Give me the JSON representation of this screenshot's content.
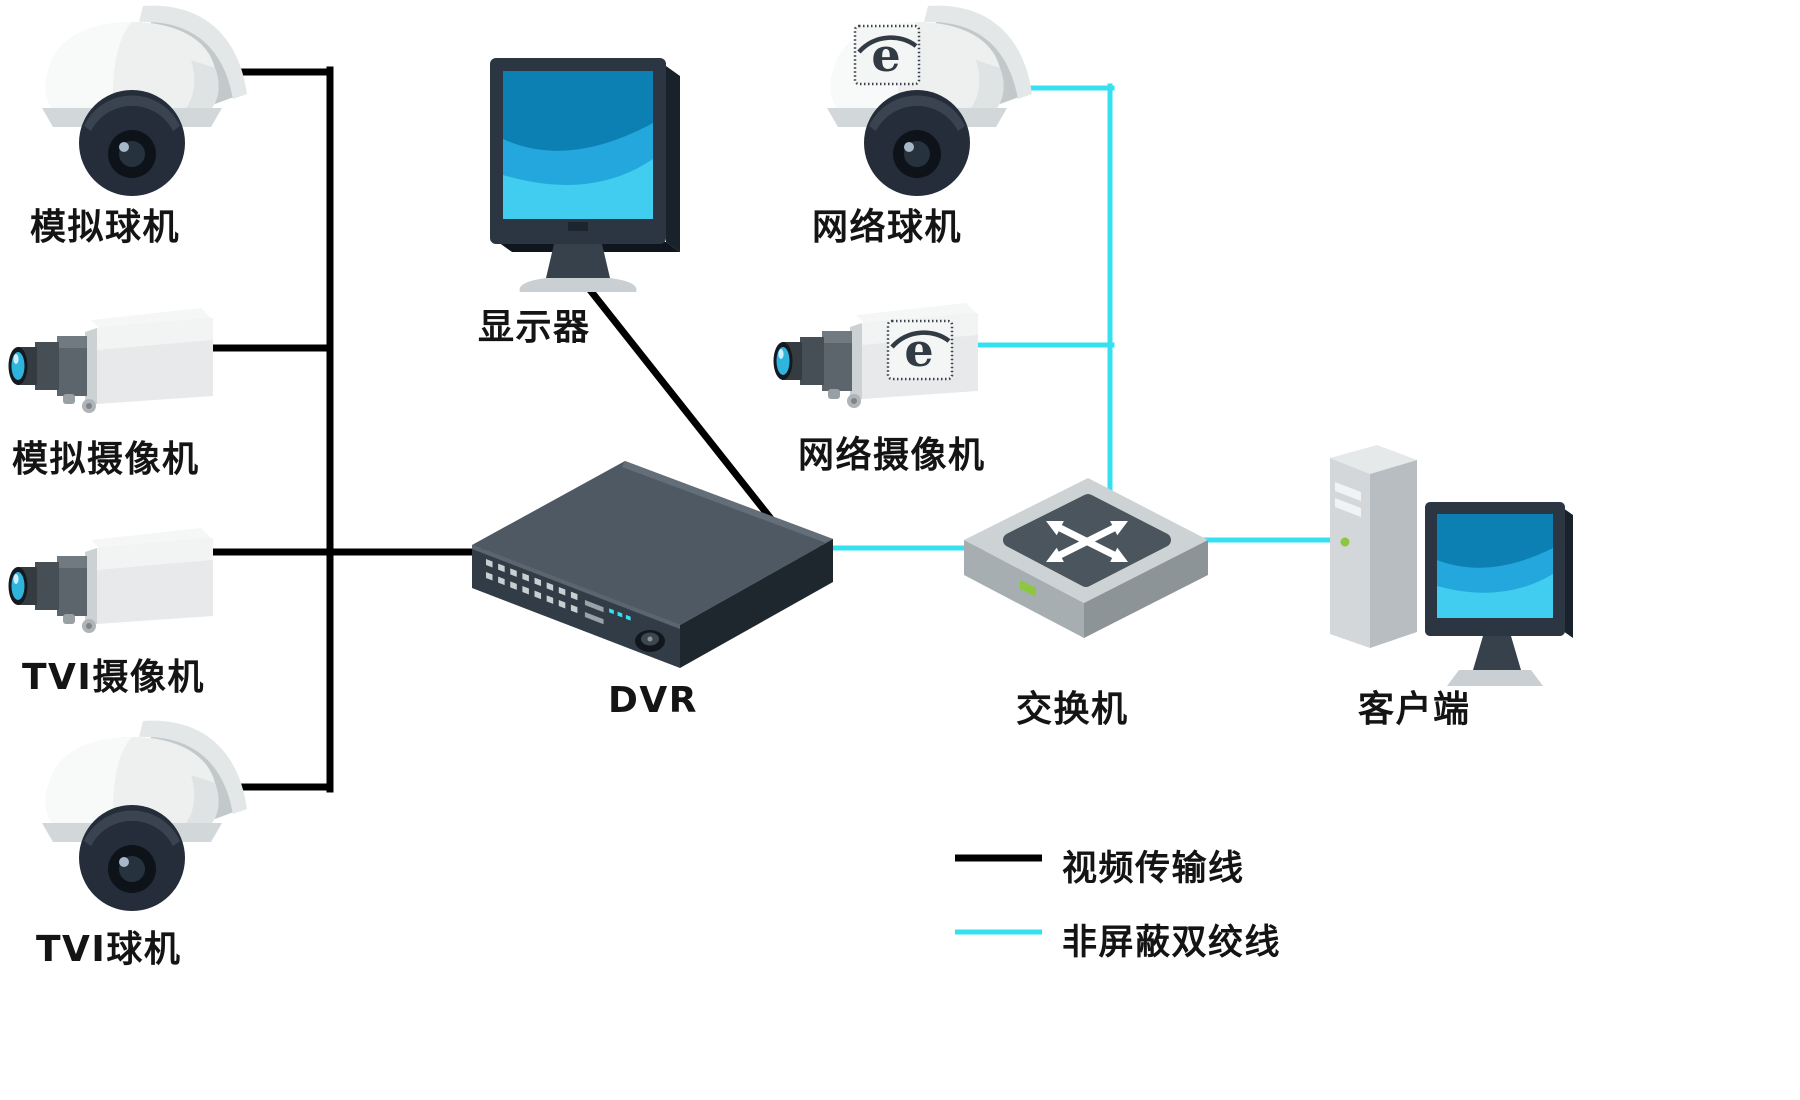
{
  "colors": {
    "background": "#ffffff",
    "video_line": "#000000",
    "utp_line": "#36e0f0",
    "label_text": "#141414"
  },
  "icons": {
    "ie_logo_glyph": "e"
  },
  "nodes": {
    "analog_dome": {
      "label": "模拟球机",
      "icon": "ptz-dome-camera-icon"
    },
    "analog_camera": {
      "label": "模拟摄像机",
      "icon": "box-camera-icon"
    },
    "tvi_camera": {
      "label": "TVI摄像机",
      "icon": "box-camera-icon"
    },
    "tvi_dome": {
      "label": "TVI球机",
      "icon": "ptz-dome-camera-icon"
    },
    "monitor": {
      "label": "显示器",
      "icon": "monitor-icon"
    },
    "dvr": {
      "label": "DVR",
      "icon": "dvr-icon"
    },
    "network_dome": {
      "label": "网络球机",
      "icon": "ptz-dome-camera-ie-icon"
    },
    "network_camera": {
      "label": "网络摄像机",
      "icon": "box-camera-ie-icon"
    },
    "switch": {
      "label": "交换机",
      "icon": "network-switch-icon"
    },
    "client": {
      "label": "客户端",
      "icon": "desktop-computer-icon"
    }
  },
  "connections": [
    {
      "from": "analog_dome",
      "to": "dvr",
      "type": "video"
    },
    {
      "from": "analog_camera",
      "to": "dvr",
      "type": "video"
    },
    {
      "from": "tvi_camera",
      "to": "dvr",
      "type": "video"
    },
    {
      "from": "tvi_dome",
      "to": "dvr",
      "type": "video"
    },
    {
      "from": "monitor",
      "to": "dvr",
      "type": "video"
    },
    {
      "from": "network_dome",
      "to": "switch",
      "type": "utp"
    },
    {
      "from": "network_camera",
      "to": "switch",
      "type": "utp"
    },
    {
      "from": "dvr",
      "to": "switch",
      "type": "utp"
    },
    {
      "from": "switch",
      "to": "client",
      "type": "utp"
    }
  ],
  "legend": {
    "video": {
      "label": "视频传输线",
      "color": "#000000"
    },
    "utp": {
      "label": "非屏蔽双绞线",
      "color": "#36e0f0"
    }
  }
}
